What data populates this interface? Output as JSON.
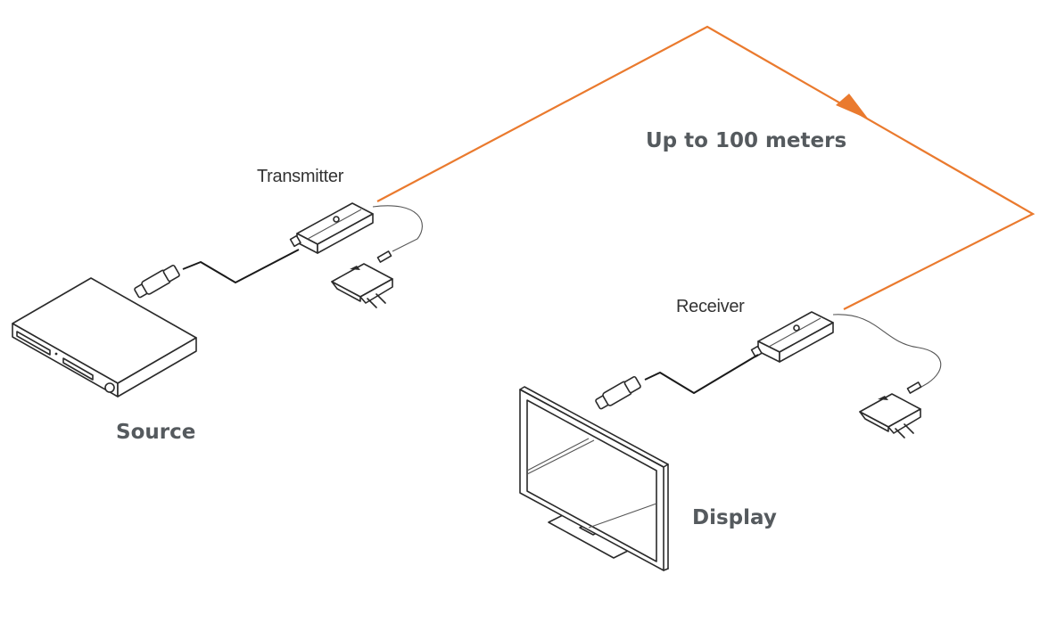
{
  "diagram": {
    "title": "HDMI Extender over single cable",
    "colors": {
      "link": "#ea7a2e",
      "text": "#555a5e",
      "line": "#2a2a2a"
    },
    "nodes": [
      {
        "id": "source",
        "label": "Source",
        "icon": "media-player-icon"
      },
      {
        "id": "transmitter",
        "label": "Transmitter",
        "icon": "extender-box-icon"
      },
      {
        "id": "receiver",
        "label": "Receiver",
        "icon": "extender-box-icon"
      },
      {
        "id": "display",
        "label": "Display",
        "icon": "monitor-icon"
      }
    ],
    "edges": [
      {
        "from": "source",
        "to": "transmitter",
        "type": "hdmi-cable"
      },
      {
        "from": "transmitter",
        "to": "receiver",
        "type": "link",
        "label": "Up to 100 meters"
      },
      {
        "from": "receiver",
        "to": "display",
        "type": "hdmi-cable"
      }
    ],
    "accessories": [
      {
        "attached_to": "transmitter",
        "type": "power-adapter"
      },
      {
        "attached_to": "receiver",
        "type": "power-adapter"
      }
    ],
    "link_label": "Up to 100 meters"
  }
}
